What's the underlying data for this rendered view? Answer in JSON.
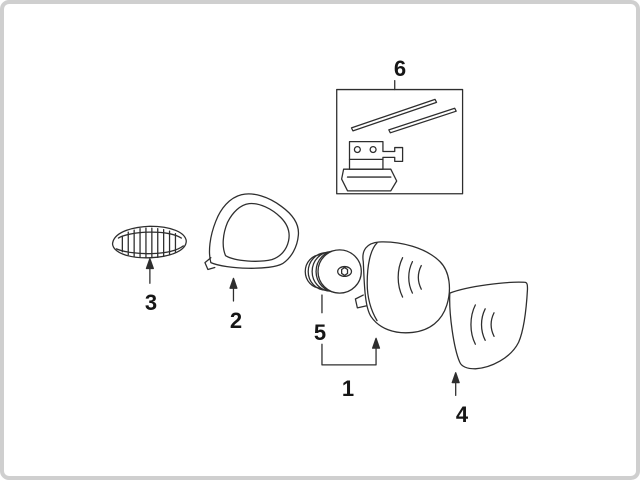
{
  "colors": {
    "background": "#ffffff",
    "frame_border": "#cfcfcf",
    "line": "#2e2e2e",
    "label": "#161616"
  },
  "callouts": [
    {
      "label": "1"
    },
    {
      "label": "2"
    },
    {
      "label": "3"
    },
    {
      "label": "4"
    },
    {
      "label": "5"
    },
    {
      "label": "6"
    }
  ]
}
